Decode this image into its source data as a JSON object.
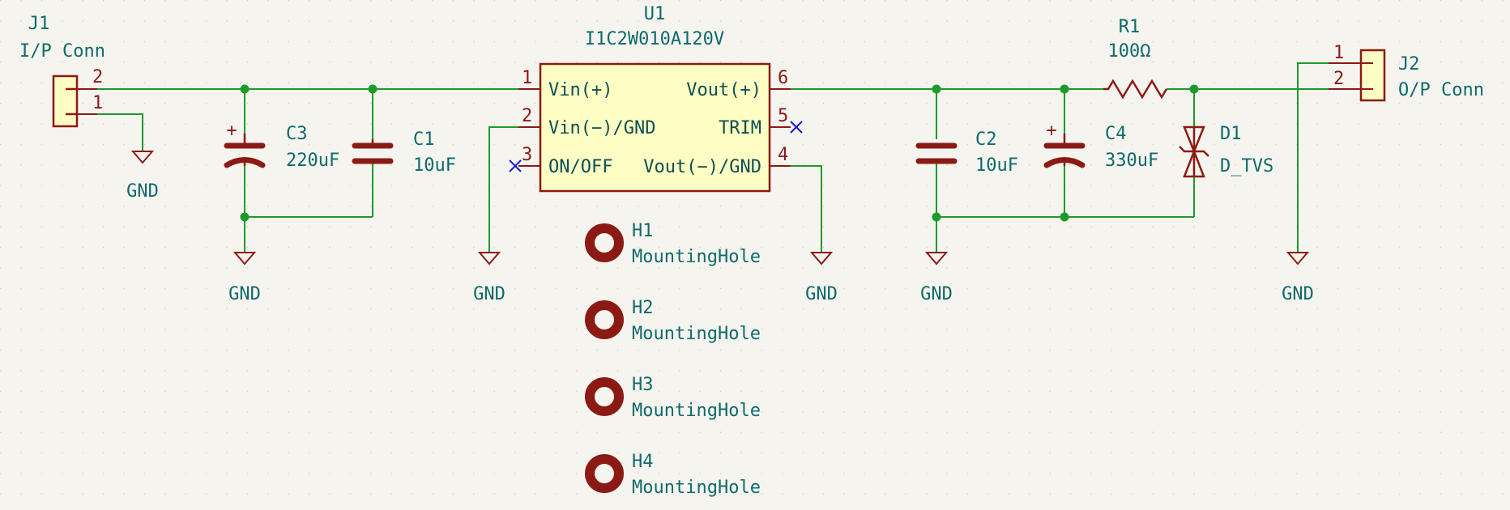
{
  "schematic": {
    "J1": {
      "ref": "J1",
      "value": "I/P Conn",
      "pin_top": "2",
      "pin_bottom": "1"
    },
    "J2": {
      "ref": "J2",
      "value": "O/P Conn",
      "pin_top": "1",
      "pin_bottom": "2"
    },
    "C3": {
      "ref": "C3",
      "value": "220uF",
      "polarity": "+"
    },
    "C1": {
      "ref": "C1",
      "value": "10uF"
    },
    "C2": {
      "ref": "C2",
      "value": "10uF"
    },
    "C4": {
      "ref": "C4",
      "value": "330uF",
      "polarity": "+"
    },
    "R1": {
      "ref": "R1",
      "value": "100Ω"
    },
    "D1": {
      "ref": "D1",
      "value": "D_TVS"
    },
    "U1": {
      "ref": "U1",
      "value": "I1C2W010A120V",
      "pins": {
        "vin_pos": {
          "num": "1",
          "name": "Vin(+)"
        },
        "vin_neg": {
          "num": "2",
          "name": "Vin(−)/GND"
        },
        "on_off": {
          "num": "3",
          "name": "ON/OFF"
        },
        "vout_neg": {
          "num": "4",
          "name": "Vout(−)/GND"
        },
        "trim": {
          "num": "5",
          "name": "TRIM"
        },
        "vout_pos": {
          "num": "6",
          "name": "Vout(+)"
        }
      }
    },
    "mounting_holes": [
      {
        "ref": "H1",
        "value": "MountingHole"
      },
      {
        "ref": "H2",
        "value": "MountingHole"
      },
      {
        "ref": "H3",
        "value": "MountingHole"
      },
      {
        "ref": "H4",
        "value": "MountingHole"
      }
    ],
    "gnd_label": "GND"
  },
  "colors": {
    "background": "#f5f4ef",
    "wire": "#1e9a2c",
    "component": "#8c1a14",
    "component_fill": "#fdfdc4",
    "reference_text": "#0f6a6a",
    "no_connect": "#1a1ad0"
  }
}
